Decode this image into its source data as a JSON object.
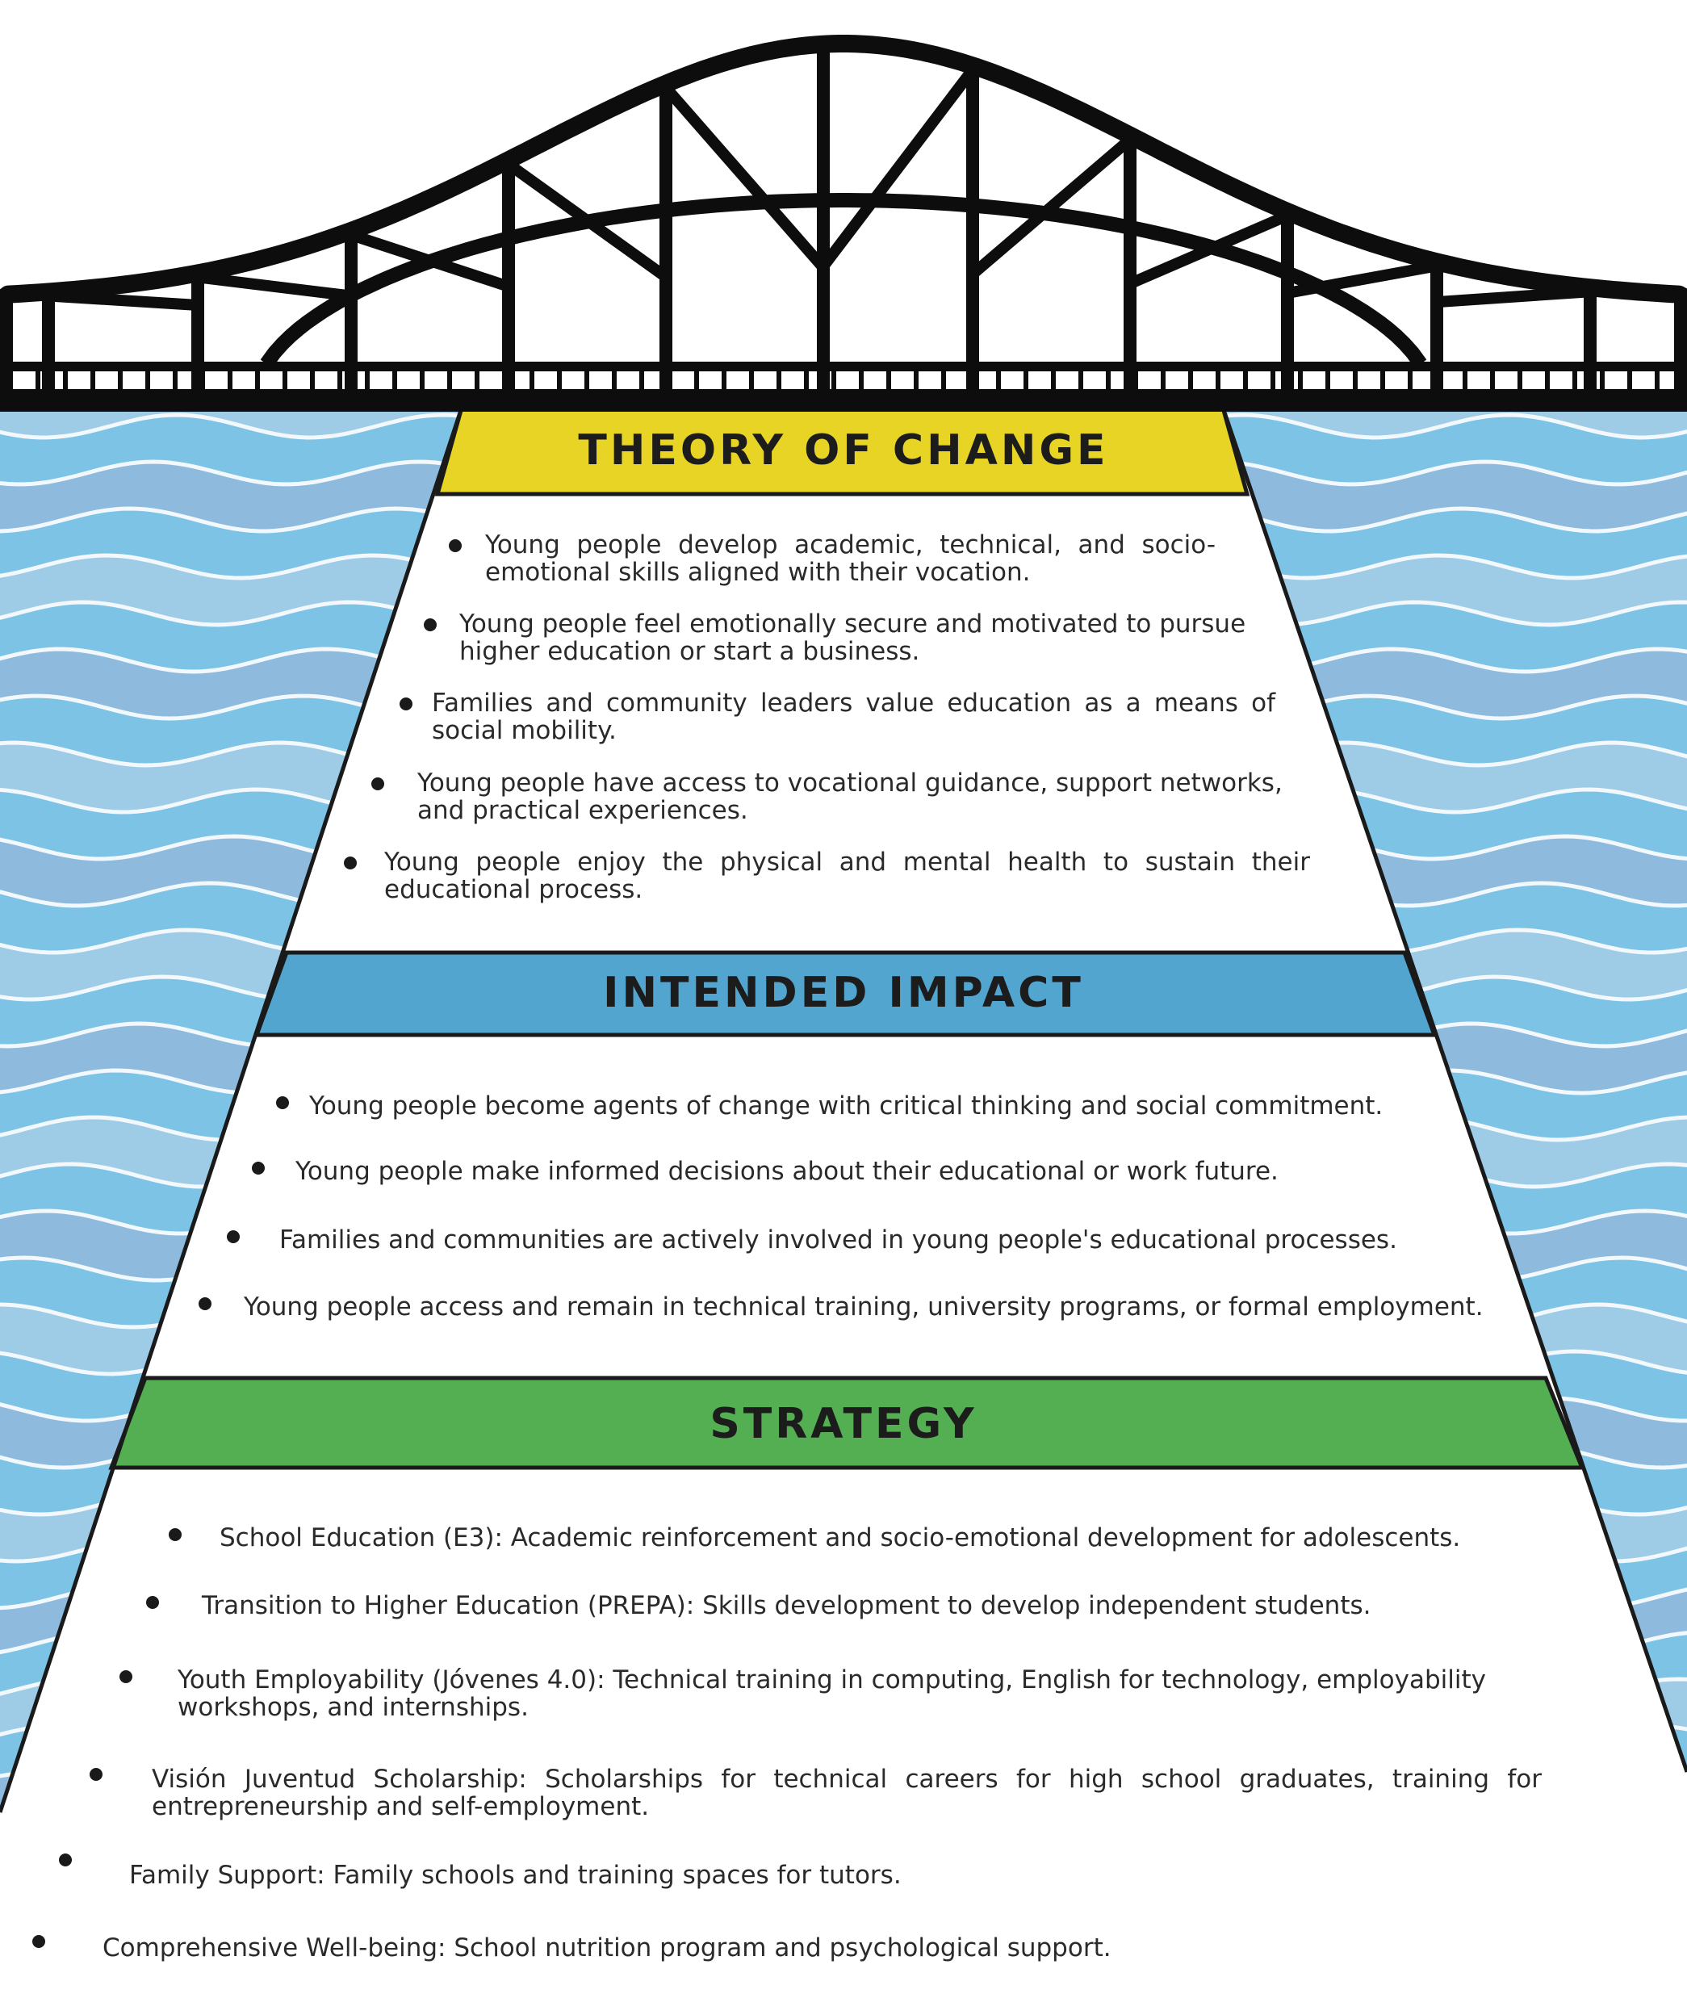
{
  "sections": {
    "theory": {
      "title": "THEORY OF CHANGE",
      "color": "#E8D425",
      "items": [
        "Young people develop academic, technical, and socio-emotional skills aligned with their vocation.",
        "Young people feel emotionally secure and motivated to pursue higher education or start a business.",
        "Families and community leaders value education as a means of social mobility.",
        "Young people have access to vocational guidance, support networks, and practical experiences.",
        "Young people enjoy the physical and mental health to sustain their educational process."
      ]
    },
    "impact": {
      "title": "INTENDED IMPACT",
      "color": "#52A5CF",
      "items": [
        "Young people become agents of change with critical thinking and social commitment.",
        "Young people make informed decisions about their educational or work future.",
        "Families and communities are actively involved in young people's educational processes.",
        "Young people access and remain in technical training, university programs, or formal employment."
      ]
    },
    "strategy": {
      "title": "STRATEGY",
      "color": "#54AF52",
      "items": [
        "School Education (E3): Academic reinforcement and socio-emotional development for adolescents.",
        "Transition to Higher Education (PREPA): Skills development to develop independent students.",
        "Youth Employability (Jóvenes 4.0): Technical training in computing, English for technology, employability workshops, and internships.",
        "Visión Juventud Scholarship: Scholarships for technical careers for high school graduates, training for entrepreneurship and self-employment.",
        "Family Support: Family schools and training spaces for tutors.",
        "Comprehensive Well-being: School nutrition program and psychological support."
      ]
    }
  },
  "colors": {
    "water_light": "#9ECBE5",
    "water_mid": "#7DC3E6",
    "water_dark": "#8DBADD",
    "wave_line": "#F2F8FC",
    "bridge": "#0D0D0D"
  },
  "icons": [
    "bridge-illustration",
    "water-waves"
  ]
}
